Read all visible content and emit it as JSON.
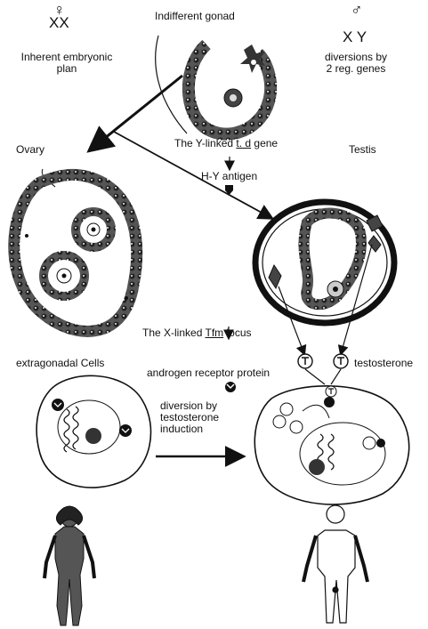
{
  "top": {
    "female_symbol": "♀",
    "female_karyotype": "XX",
    "female_caption_line1": "Inherent embryonic",
    "female_caption_line2": "plan",
    "indifferent_gonad": "Indifferent gonad",
    "male_symbol": "♂",
    "male_karyotype": "X Y",
    "male_caption_line1": "diversions by",
    "male_caption_line2": "2 reg. genes"
  },
  "middle": {
    "ovary": "Ovary",
    "testis": "Testis",
    "y_gene_prefix": "The Y-linked ",
    "y_gene_name": "t. d",
    "y_gene_suffix": " gene",
    "hy_antigen": "H-Y antigen"
  },
  "lower": {
    "x_locus_prefix": "The X-linked ",
    "x_locus_name": "Tfm",
    "x_locus_suffix": " locus",
    "extragonadal": "extragonadal Cells",
    "receptor": "androgen receptor protein",
    "testosterone": "testosterone",
    "diversion_line1": "diversion by",
    "diversion_line2": "testosterone",
    "diversion_line3": "induction",
    "t_marker": "T"
  },
  "colors": {
    "ink": "#111111",
    "paper": "#ffffff",
    "cell_fill": "#6b6b6b"
  }
}
